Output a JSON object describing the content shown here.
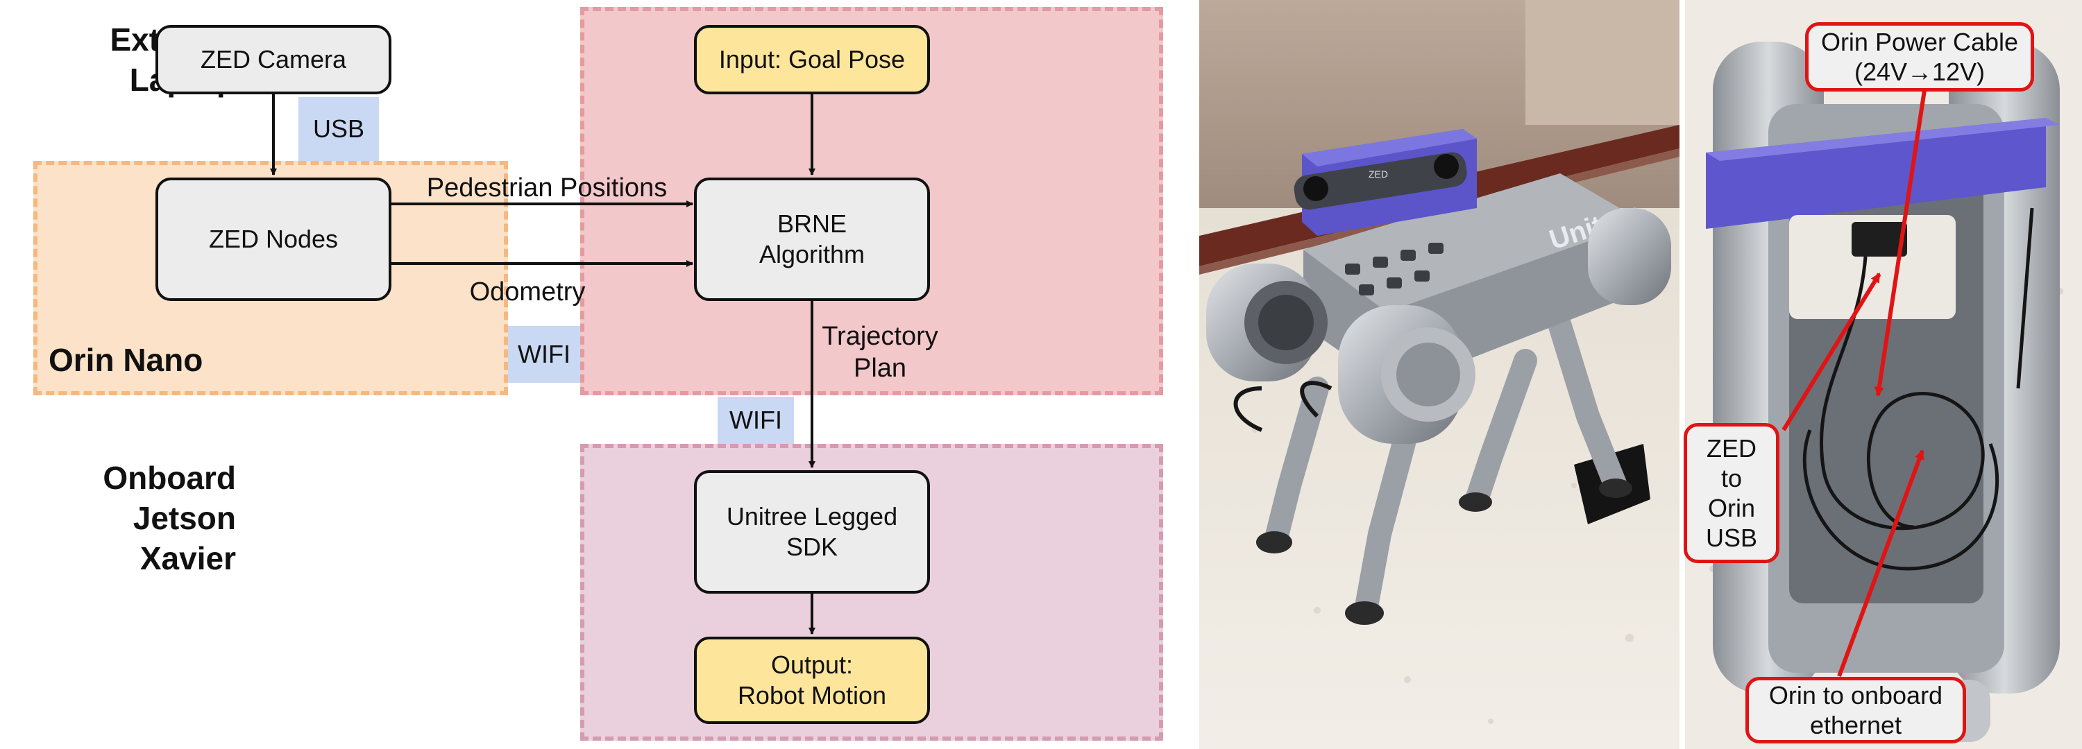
{
  "regions": {
    "orin_nano": "Orin Nano",
    "external_laptop": "External\nLaptop",
    "onboard_jetson": "Onboard\nJetson\nXavier"
  },
  "nodes": {
    "zed_camera": "ZED Camera",
    "zed_nodes": "ZED Nodes",
    "goal_pose": "Input: Goal Pose",
    "brne": "BRNE\nAlgorithm",
    "unitree_sdk": "Unitree Legged\nSDK",
    "robot_motion": "Output:\nRobot Motion"
  },
  "tags": {
    "usb": "USB",
    "wifi_left": "WIFI",
    "wifi_center": "WIFI"
  },
  "edge_labels": {
    "pedestrian_positions": "Pedestrian Positions",
    "odometry": "Odometry",
    "trajectory_plan": "Trajectory\nPlan"
  },
  "photo_callouts": {
    "orin_power_cable": "Orin Power Cable\n(24V→12V)",
    "zed_to_orin_usb": "ZED\nto\nOrin\nUSB",
    "orin_to_ethernet": "Orin to onboard\nethernet"
  },
  "photo_text": {
    "robot_brand": "Unitree",
    "camera_brand": "ZED"
  },
  "colors": {
    "orin_region": "#fbe2c8",
    "orin_border": "#f5b880",
    "laptop_region": "#f3c8cb",
    "laptop_border": "#e39aa0",
    "jetson_region": "#ead0dc",
    "jetson_border": "#d49bb1",
    "node_gray": "#ececec",
    "node_yellow": "#fde59b",
    "tag_blue": "#c9d8f3",
    "callout_red": "#e01414"
  }
}
